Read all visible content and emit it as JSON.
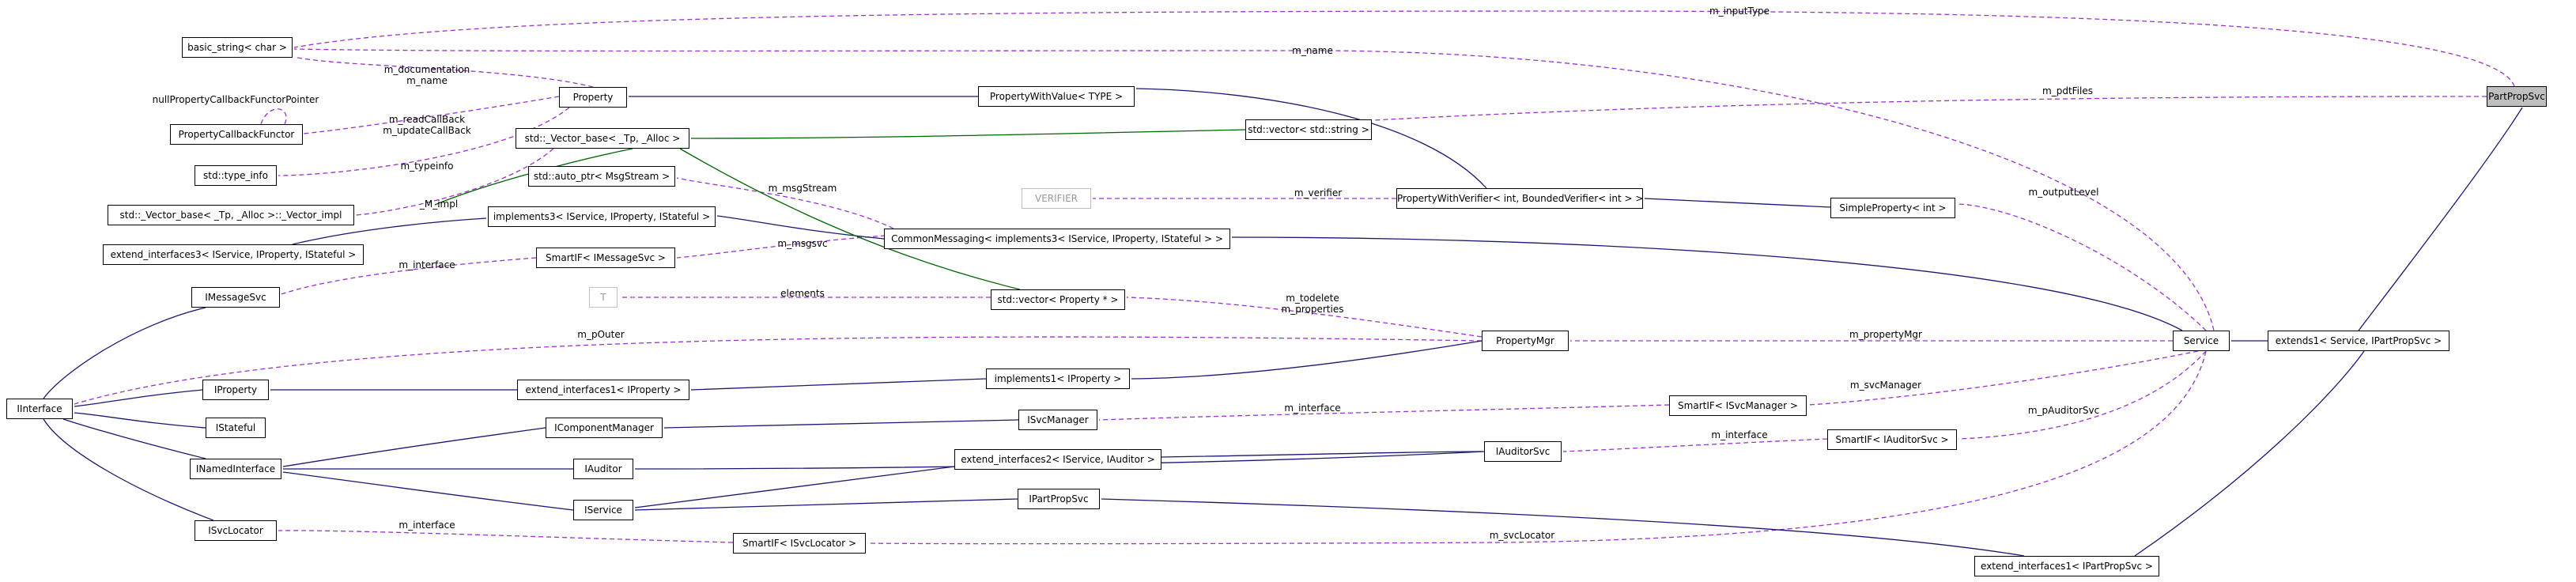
{
  "diagram": {
    "title": "PartPropSvc",
    "colors": {
      "inherit": "#191970",
      "use": "#9a32cd",
      "template": "#006400",
      "node_border": "#000000",
      "highlight_fill": "#bfbfbf"
    },
    "nodes": [
      {
        "id": "PartPropSvc",
        "label": "PartPropSvc"
      },
      {
        "id": "basic_string",
        "label": "basic_string< char >"
      },
      {
        "id": "Property",
        "label": "Property"
      },
      {
        "id": "PropertyWithValue",
        "label": "PropertyWithValue< TYPE >"
      },
      {
        "id": "PropertyCallbackFunctor",
        "label": "PropertyCallbackFunctor"
      },
      {
        "id": "VectorBase",
        "label": "std::_Vector_base< _Tp, _Alloc >"
      },
      {
        "id": "VectorString",
        "label": "std::vector< std::string >"
      },
      {
        "id": "TypeInfo",
        "label": "std::type_info"
      },
      {
        "id": "AutoPtr",
        "label": "std::auto_ptr< MsgStream >"
      },
      {
        "id": "VERIFIER",
        "label": "VERIFIER"
      },
      {
        "id": "PWVerifier",
        "label": "PropertyWithVerifier< int, BoundedVerifier< int > >"
      },
      {
        "id": "VectorImpl",
        "label": "std::_Vector_base< _Tp, _Alloc >::_Vector_impl"
      },
      {
        "id": "Implements3",
        "label": "implements3< IService, IProperty, IStateful >"
      },
      {
        "id": "SimpleProperty",
        "label": "SimpleProperty< int >"
      },
      {
        "id": "CommonMessaging",
        "label": "CommonMessaging< implements3< IService, IProperty, IStateful > >"
      },
      {
        "id": "ExtendIf3",
        "label": "extend_interfaces3< IService, IProperty, IStateful >"
      },
      {
        "id": "SmartIFMsg",
        "label": "SmartIF< IMessageSvc >"
      },
      {
        "id": "IMessageSvc",
        "label": "IMessageSvc"
      },
      {
        "id": "T",
        "label": "T"
      },
      {
        "id": "VectorProperty",
        "label": "std::vector< Property * >"
      },
      {
        "id": "Service",
        "label": "Service"
      },
      {
        "id": "Extends1",
        "label": "extends1< Service, IPartPropSvc >"
      },
      {
        "id": "PropertyMgr",
        "label": "PropertyMgr"
      },
      {
        "id": "IInterface",
        "label": "IInterface"
      },
      {
        "id": "IProperty",
        "label": "IProperty"
      },
      {
        "id": "ExtendIf1Prop",
        "label": "extend_interfaces1< IProperty >"
      },
      {
        "id": "Implements1",
        "label": "implements1< IProperty >"
      },
      {
        "id": "SmartIFSvcMgr",
        "label": "SmartIF< ISvcManager >"
      },
      {
        "id": "IStateful",
        "label": "IStateful"
      },
      {
        "id": "IComponentManager",
        "label": "IComponentManager"
      },
      {
        "id": "ISvcManager",
        "label": "ISvcManager"
      },
      {
        "id": "IAuditorSvc",
        "label": "IAuditorSvc"
      },
      {
        "id": "SmartIFAud",
        "label": "SmartIF< IAuditorSvc >"
      },
      {
        "id": "INamedInterface",
        "label": "INamedInterface"
      },
      {
        "id": "IAuditor",
        "label": "IAuditor"
      },
      {
        "id": "ExtendIf2",
        "label": "extend_interfaces2< IService, IAuditor >"
      },
      {
        "id": "IService",
        "label": "IService"
      },
      {
        "id": "IPartPropSvc",
        "label": "IPartPropSvc"
      },
      {
        "id": "ISvcLocator",
        "label": "ISvcLocator"
      },
      {
        "id": "SmartIFLoc",
        "label": "SmartIF< ISvcLocator >"
      },
      {
        "id": "ExtendIf1Part",
        "label": "extend_interfaces1< IPartPropSvc >"
      }
    ],
    "edge_labels": [
      {
        "id": "m_inputType",
        "text": "m_inputType"
      },
      {
        "id": "m_name",
        "text": "m_name"
      },
      {
        "id": "m_pdtFiles",
        "text": "m_pdtFiles"
      },
      {
        "id": "m_documentation",
        "text": "m_documentation\nm_name"
      },
      {
        "id": "nullPropertyCallbackFunctorPointer",
        "text": "nullPropertyCallbackFunctorPointer"
      },
      {
        "id": "m_readCallBack",
        "text": "m_readCallBack\nm_updateCallBack"
      },
      {
        "id": "m_typeinfo",
        "text": "m_typeinfo"
      },
      {
        "id": "_M_impl",
        "text": "_M_impl"
      },
      {
        "id": "m_msgStream",
        "text": "m_msgStream"
      },
      {
        "id": "m_verifier",
        "text": "m_verifier"
      },
      {
        "id": "m_outputLevel",
        "text": "m_outputLevel"
      },
      {
        "id": "m_msgsvc",
        "text": "m_msgsvc"
      },
      {
        "id": "m_interface_msg",
        "text": "m_interface"
      },
      {
        "id": "elements",
        "text": "elements"
      },
      {
        "id": "m_todelete",
        "text": "m_todelete\nm_properties"
      },
      {
        "id": "m_pOuter",
        "text": "m_pOuter"
      },
      {
        "id": "m_propertyMgr",
        "text": "m_propertyMgr"
      },
      {
        "id": "m_svcManager",
        "text": "m_svcManager"
      },
      {
        "id": "m_interface_svcmgr",
        "text": "m_interface"
      },
      {
        "id": "m_pAuditorSvc",
        "text": "m_pAuditorSvc"
      },
      {
        "id": "m_interface_aud",
        "text": "m_interface"
      },
      {
        "id": "m_interface_loc",
        "text": "m_interface"
      },
      {
        "id": "m_svcLocator",
        "text": "m_svcLocator"
      }
    ],
    "edges": [
      {
        "id": "e_inputType",
        "kind": "use"
      },
      {
        "id": "e_name",
        "kind": "use"
      },
      {
        "id": "e_pdtFiles",
        "kind": "use"
      },
      {
        "id": "e_doc",
        "kind": "use"
      },
      {
        "id": "e_nullptr",
        "kind": "use"
      },
      {
        "id": "e_callback",
        "kind": "use"
      },
      {
        "id": "e_typeinfo",
        "kind": "use"
      },
      {
        "id": "e_impl",
        "kind": "use"
      },
      {
        "id": "e_msgStream",
        "kind": "use"
      },
      {
        "id": "e_verifier",
        "kind": "use"
      },
      {
        "id": "e_outputLevel",
        "kind": "use"
      },
      {
        "id": "e_msgsvc",
        "kind": "use"
      },
      {
        "id": "e_interface_msg",
        "kind": "use"
      },
      {
        "id": "e_elements",
        "kind": "use"
      },
      {
        "id": "e_todelete",
        "kind": "use"
      },
      {
        "id": "e_pOuter",
        "kind": "use"
      },
      {
        "id": "e_propertyMgr",
        "kind": "use"
      },
      {
        "id": "e_svcManager",
        "kind": "use"
      },
      {
        "id": "e_interface_svcmgr",
        "kind": "use"
      },
      {
        "id": "e_pAuditorSvc",
        "kind": "use"
      },
      {
        "id": "e_interface_aud",
        "kind": "use"
      },
      {
        "id": "e_interface_loc",
        "kind": "use"
      },
      {
        "id": "e_svcLocator",
        "kind": "use"
      },
      {
        "id": "i_pwv_prop",
        "kind": "inherit"
      },
      {
        "id": "i_pwver_pwv",
        "kind": "inherit"
      },
      {
        "id": "i_simple_pwver",
        "kind": "inherit"
      },
      {
        "id": "i_extends1_part",
        "kind": "inherit"
      },
      {
        "id": "i_service_ext1",
        "kind": "inherit"
      },
      {
        "id": "i_cm_service",
        "kind": "inherit"
      },
      {
        "id": "i_impl3_cm",
        "kind": "inherit"
      },
      {
        "id": "i_ext3_impl3",
        "kind": "inherit"
      },
      {
        "id": "i_pm_impl1",
        "kind": "inherit"
      },
      {
        "id": "i_impl1_ext1",
        "kind": "inherit"
      },
      {
        "id": "i_ext1_iprop",
        "kind": "inherit"
      },
      {
        "id": "i_iprop_iif",
        "kind": "inherit"
      },
      {
        "id": "i_istate_iif",
        "kind": "inherit"
      },
      {
        "id": "i_inamed_iif",
        "kind": "inherit"
      },
      {
        "id": "i_imsg_iif",
        "kind": "inherit"
      },
      {
        "id": "i_iloc_iif",
        "kind": "inherit"
      },
      {
        "id": "i_isvcmgr_icomp",
        "kind": "inherit"
      },
      {
        "id": "i_icomp_inamed",
        "kind": "inherit"
      },
      {
        "id": "i_ext2_iaudsvc",
        "kind": "inherit"
      },
      {
        "id": "i_iaudsvc_iauditor",
        "kind": "inherit"
      },
      {
        "id": "i_iaud_inamed",
        "kind": "inherit"
      },
      {
        "id": "i_iserv_inamed",
        "kind": "inherit"
      },
      {
        "id": "i_ext2_iserv",
        "kind": "inherit"
      },
      {
        "id": "i_ipart_iserv",
        "kind": "inherit"
      },
      {
        "id": "i_ext1part_ipart",
        "kind": "inherit"
      },
      {
        "id": "i_ext1part_extends1",
        "kind": "inherit"
      },
      {
        "id": "t_vecstring",
        "kind": "template"
      },
      {
        "id": "t_vecimpl",
        "kind": "template"
      },
      {
        "id": "t_vecprop",
        "kind": "template"
      }
    ]
  }
}
